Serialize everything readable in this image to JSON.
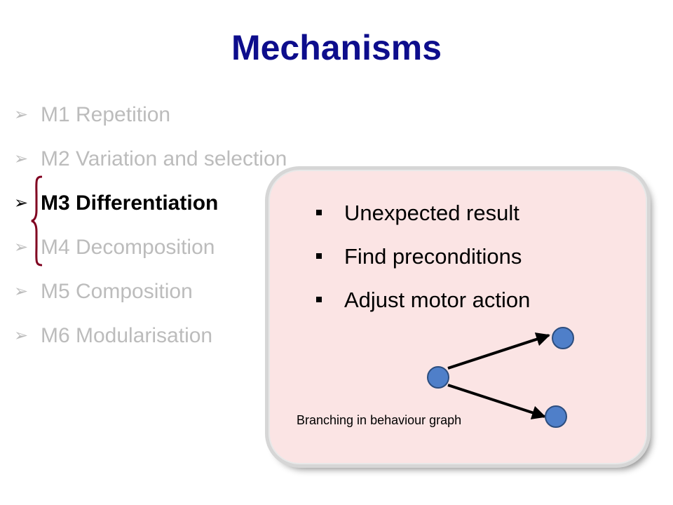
{
  "slide": {
    "title": "Mechanisms",
    "bullets": [
      {
        "marker": "➢",
        "label": "M1 Repetition",
        "active": false
      },
      {
        "marker": "➢",
        "label": "M2 Variation and selection",
        "active": false
      },
      {
        "marker": "➢",
        "label": "M3 Differentiation",
        "active": true
      },
      {
        "marker": "➢",
        "label": "M4 Decomposition",
        "active": false
      },
      {
        "marker": "➢",
        "label": "M5 Composition",
        "active": false
      },
      {
        "marker": "➢",
        "label": "M6 Modularisation",
        "active": false
      }
    ]
  },
  "panel": {
    "items": [
      "Unexpected result",
      "Find preconditions",
      "Adjust motor action"
    ],
    "graph_caption": "Branching in behaviour graph"
  },
  "colors": {
    "title": "#0d0d8c",
    "inactive_text": "#bcbcbc",
    "active_text": "#000000",
    "panel_background": "#fbe4e4",
    "node_fill": "#4f7fc9",
    "node_stroke": "#2c4d7e",
    "brace": "#800020"
  }
}
